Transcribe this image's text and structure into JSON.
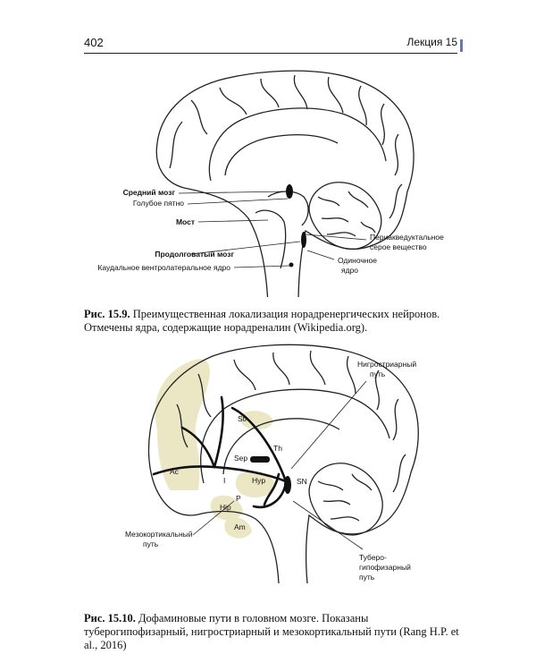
{
  "header": {
    "page_number": "402",
    "running_title": "Лекция 15"
  },
  "figure1": {
    "labels_left": {
      "midbrain": "Средний мозг",
      "locus_coeruleus": "Голубое пятно",
      "pons": "Мост",
      "medulla": "Продолговатый мозг",
      "caudal_vl": "Каудальное вентролатеральное ядро"
    },
    "labels_right": {
      "periaqueductal_1": "Периакведуктальное",
      "periaqueductal_2": "серое вещество",
      "solitary_1": "Одиночное",
      "solitary_2": "ядро"
    },
    "caption": {
      "label": "Рис. 15.9.",
      "text": "Преимущественная локализация норадренергических нейронов. Отмечены ядра, содержащие норадреналин (Wikipedia.org)."
    }
  },
  "figure2": {
    "labels": {
      "nigrostriatal_1": "Нигростриарный",
      "nigrostriatal_2": "путь",
      "mesocortical_1": "Мезокортикальный",
      "mesocortical_2": "путь",
      "tubero_1": "Туберо-",
      "tubero_2": "гипофизарный",
      "tubero_3": "путь"
    },
    "abbreviations": {
      "str": "Str",
      "th": "Th",
      "sep": "Sep",
      "ac": "Ac",
      "i": "I",
      "hyp": "Hyp",
      "sn": "SN",
      "p": "P",
      "hip": "Hip",
      "am": "Am"
    },
    "caption": {
      "label": "Рис. 15.10.",
      "text": "Дофаминовые пути в головном мозге. Показаны туберогипофизарный, нигростриарный и мезокортикальный пути (Rang H.P. et al., 2016)"
    }
  },
  "colors": {
    "region_fill": "#ebe7c4",
    "ink": "#111111",
    "tab": "#5a7fb0"
  }
}
